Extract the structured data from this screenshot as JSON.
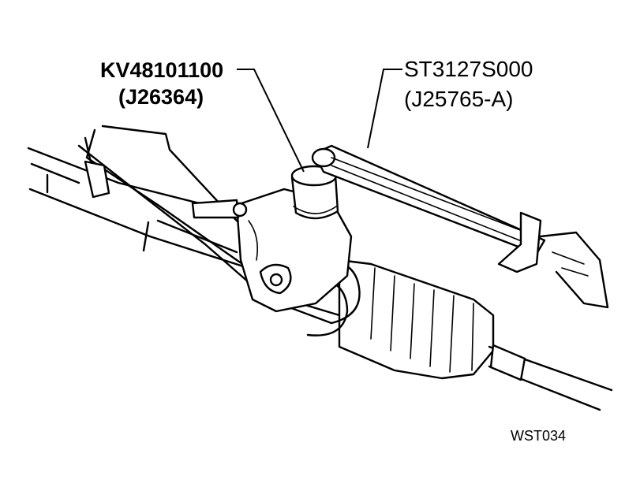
{
  "labels": {
    "tool_left_part": "KV48101100",
    "tool_left_alt": "(J26364)",
    "tool_right_part": "ST3127S000",
    "tool_right_alt": "(J25765-A)",
    "figure_code": "WST034"
  },
  "colors": {
    "line": "#000000",
    "background": "#ffffff"
  }
}
